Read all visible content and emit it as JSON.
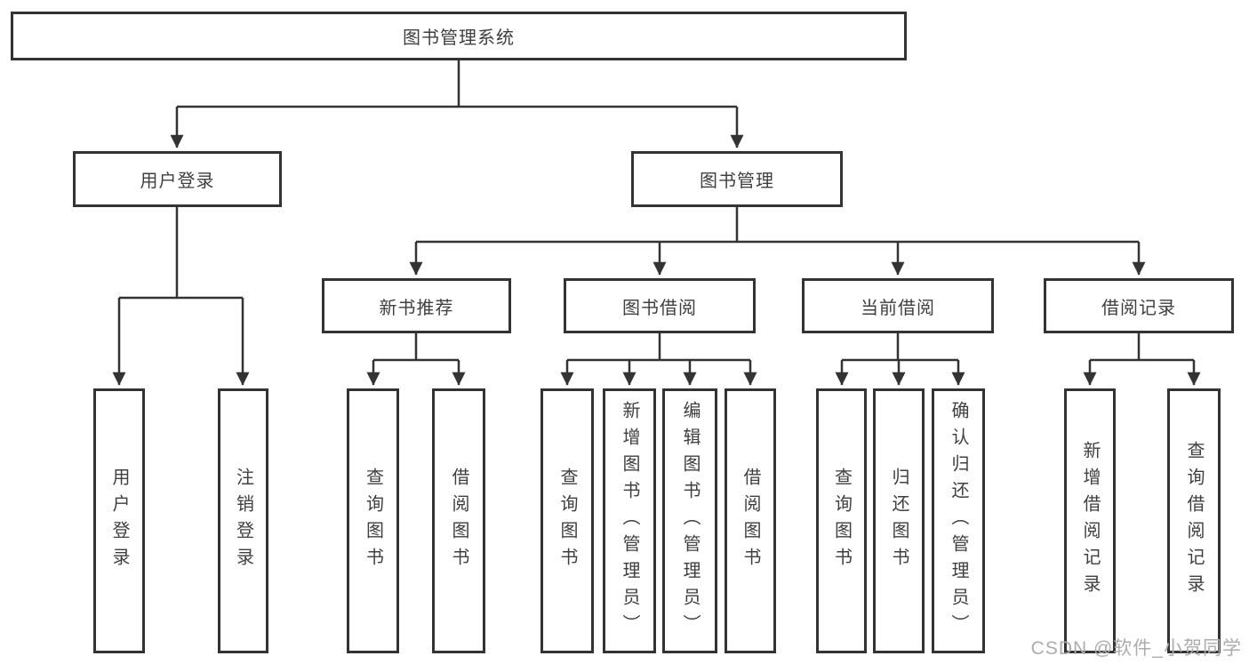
{
  "diagram": {
    "root": {
      "label": "图书管理系统"
    },
    "level2": [
      {
        "label": "用户登录"
      },
      {
        "label": "图书管理"
      }
    ],
    "level3": [
      {
        "label": "新书推荐"
      },
      {
        "label": "图书借阅"
      },
      {
        "label": "当前借阅"
      },
      {
        "label": "借阅记录"
      }
    ],
    "leaves": {
      "user_login": [
        "用户登录",
        "注销登录"
      ],
      "new_book": [
        "查询图书",
        "借阅图书"
      ],
      "book_borrow": [
        "查询图书",
        "新增图书（管理员）",
        "编辑图书（管理员）",
        "借阅图书"
      ],
      "current_borrow": [
        "查询图书",
        "归还图书",
        "确认归还（管理员）"
      ],
      "borrow_records": [
        "新增借阅记录",
        "查询借阅记录"
      ]
    }
  },
  "watermark": {
    "text": "CSDN @软件_小贺同学"
  },
  "colors": {
    "line": "#333333",
    "border": "#333333",
    "text": "#3f3f3f",
    "watermark": "#acacac",
    "background": "#ffffff"
  }
}
